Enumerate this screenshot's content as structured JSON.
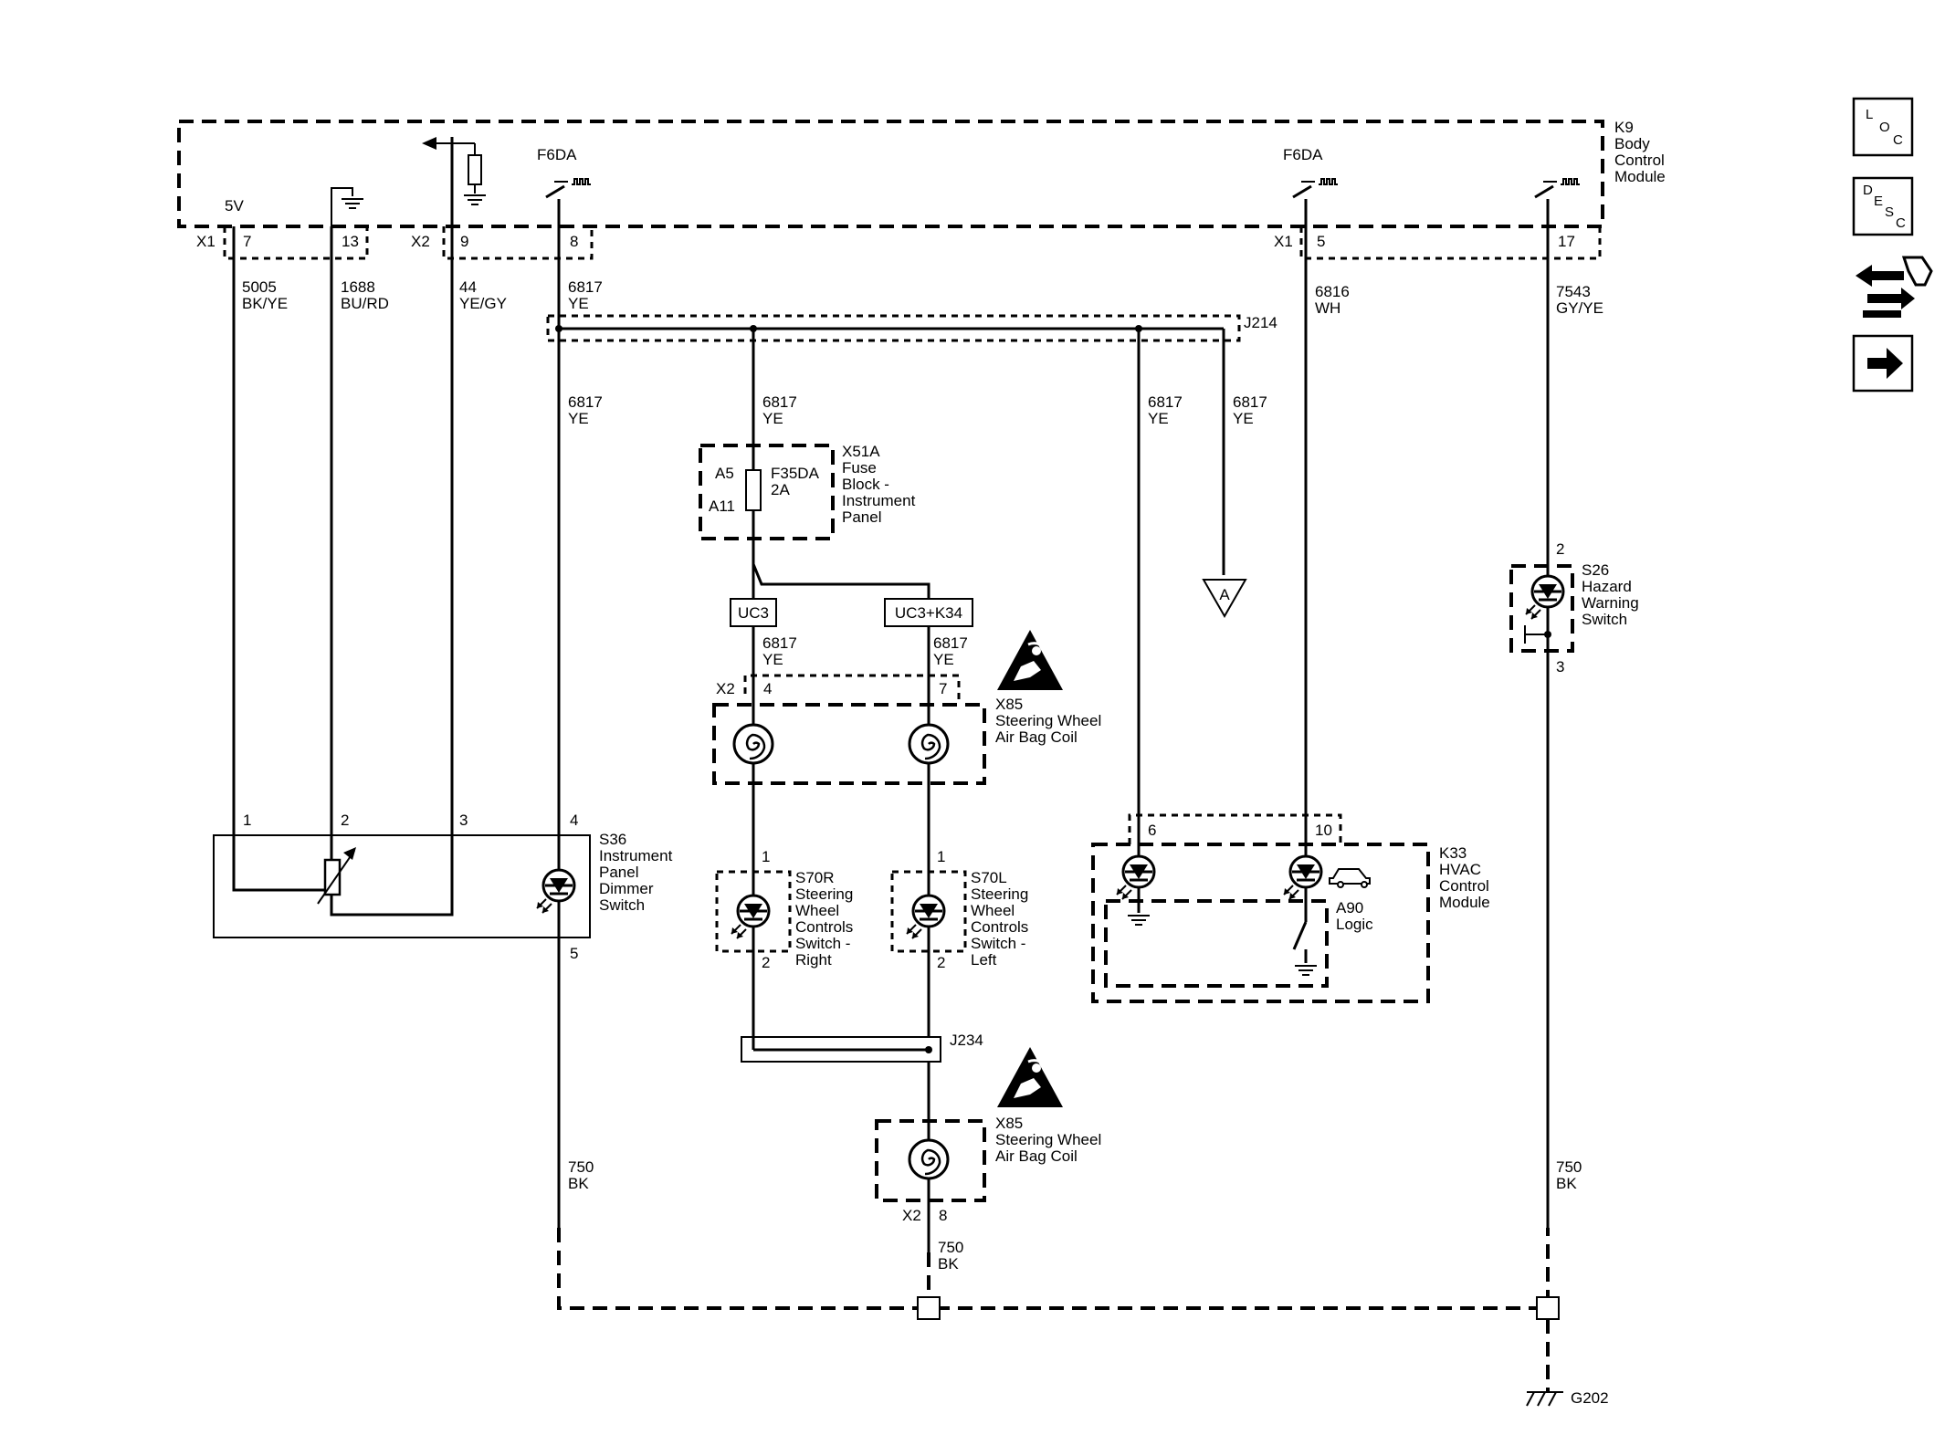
{
  "k9": {
    "ref": "K9",
    "name": [
      "Body",
      "Control",
      "Module"
    ]
  },
  "k9_pins": {
    "supply_5v": "5V",
    "x1": "X1",
    "x2": "X2",
    "x1_right": "X1",
    "p7": "7",
    "p13": "13",
    "p9": "9",
    "p8": "8",
    "p5": "5",
    "p17": "17",
    "f6da_left": "F6DA",
    "f6da_right": "F6DA"
  },
  "wires": {
    "w5005": [
      "5005",
      "BK/YE"
    ],
    "w1688": [
      "1688",
      "BU/RD"
    ],
    "w44": [
      "44",
      "YE/GY"
    ],
    "w6817_top": [
      "6817",
      "YE"
    ],
    "w6816": [
      "6816",
      "WH"
    ],
    "w7543": [
      "7543",
      "GY/YE"
    ],
    "w6817_a": [
      "6817",
      "YE"
    ],
    "w6817_b": [
      "6817",
      "YE"
    ],
    "w6817_c": [
      "6817",
      "YE"
    ],
    "w6817_d": [
      "6817",
      "YE"
    ],
    "w6817_e": [
      "6817",
      "YE"
    ],
    "w6817_f": [
      "6817",
      "YE"
    ],
    "w750_a": [
      "750",
      "BK"
    ],
    "w750_b": [
      "750",
      "BK"
    ],
    "w750_c": [
      "750",
      "BK"
    ]
  },
  "splices": {
    "j214": "J214",
    "j234": "J234",
    "connector_a": "A",
    "ground": "G202"
  },
  "x51a": {
    "ref": "X51A",
    "name": [
      "Fuse",
      "Block -",
      "Instrument",
      "Panel"
    ],
    "pin_a5": "A5",
    "pin_a11": "A11",
    "fuse": "F35DA",
    "rating": "2A"
  },
  "options": {
    "uc3": "UC3",
    "uc3_k34": "UC3+K34"
  },
  "x85": {
    "ref": "X85",
    "name": [
      "Steering Wheel",
      "Air Bag Coil"
    ],
    "x2": "X2",
    "pin4": "4",
    "pin7": "7",
    "pin8": "8"
  },
  "s36": {
    "ref": "S36",
    "name": [
      "Instrument",
      "Panel",
      "Dimmer",
      "Switch"
    ],
    "p1": "1",
    "p2": "2",
    "p3": "3",
    "p4": "4",
    "p5": "5"
  },
  "s70r": {
    "ref": "S70R",
    "name": [
      "Steering",
      "Wheel",
      "Controls",
      "Switch -",
      "Right"
    ],
    "p1": "1",
    "p2": "2"
  },
  "s70l": {
    "ref": "S70L",
    "name": [
      "Steering",
      "Wheel",
      "Controls",
      "Switch -",
      "Left"
    ],
    "p1": "1",
    "p2": "2"
  },
  "k33": {
    "ref": "K33",
    "name": [
      "HVAC",
      "Control",
      "Module"
    ],
    "p6": "6",
    "p10": "10"
  },
  "a90": {
    "ref": "A90",
    "name": "Logic"
  },
  "s26": {
    "ref": "S26",
    "name": [
      "Hazard",
      "Warning",
      "Switch"
    ],
    "p2": "2",
    "p3": "3"
  },
  "nav": {
    "loc": [
      "L",
      "O",
      "C"
    ],
    "desc": [
      "D",
      "E",
      "S",
      "C"
    ],
    "icons": [
      "connector-swap-icon",
      "arrow-right-icon"
    ]
  }
}
